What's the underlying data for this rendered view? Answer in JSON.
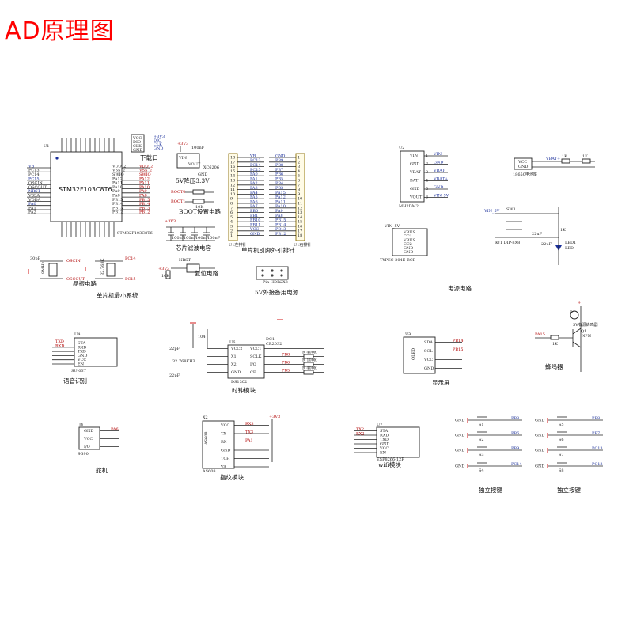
{
  "title": "AD原理图",
  "sections": {
    "mcu": {
      "ref": "U1",
      "chip": "STM32F103C8T6",
      "chip_sub": "STM32F103C8T6",
      "label": "单片机最小系统",
      "pins_left": [
        "VB",
        "PC13",
        "PC14",
        "PC15",
        "OSCIN",
        "OSCOUT",
        "NRST",
        "VSSA",
        "VDDA",
        "PA0",
        "PA1",
        "PA2"
      ],
      "pins_right": [
        "VDD_2",
        "VSS_2",
        "SWIO",
        "PA12",
        "PA11",
        "PA10",
        "PA9",
        "PA8",
        "PB15",
        "PB14",
        "PB13",
        "PB12"
      ]
    },
    "download": {
      "label": "下载口",
      "pins": [
        "VCC",
        "DIO",
        "CLK",
        "GND"
      ],
      "nets": [
        "+3V3",
        "DIO",
        "CLK",
        "GND"
      ]
    },
    "regulator": {
      "chip": "XC6206",
      "label": "5V降压3.3V",
      "vin": "VIN",
      "vout": "VOUT",
      "gnd": "GND",
      "net": "+3V3",
      "cap": "100nF"
    },
    "boot": {
      "label": "BOOT设置电路",
      "boot0": "BOOT0",
      "boot1": "BOOT1",
      "r": "10K"
    },
    "filter": {
      "label": "芯片滤波电容",
      "net": "+3V3",
      "caps": [
        "100nF",
        "100nF",
        "100nF",
        "100nF"
      ]
    },
    "crystal": {
      "label": "晶振电路",
      "x1": "8MHz",
      "x2": "32.768K",
      "osc_in": "OSCIN",
      "osc_out": "OSCOUT",
      "pc14": "PC14",
      "pc15": "PC15",
      "c": "30pF"
    },
    "reset": {
      "label": "复位电路",
      "net": "NRST",
      "r": "10K",
      "v": "+3V3"
    },
    "headers": {
      "label": "单片机引脚外引排针",
      "left_caption": "U1左排针",
      "right_caption": "U1右排针",
      "left": [
        "VB",
        "PC13",
        "PC14",
        "PC15",
        "PA0",
        "PA1",
        "PA2",
        "PA3",
        "PA4",
        "PA5",
        "PA6",
        "PA7",
        "PB0",
        "PB1",
        "PB10",
        "PB11",
        "VCC",
        "GND"
      ],
      "right": [
        "GND",
        "PB9",
        "PB8",
        "PB7",
        "PB6",
        "PB5",
        "PB4",
        "PB3",
        "PA15",
        "PA12",
        "PA11",
        "PA10",
        "PA9",
        "PA8",
        "PB15",
        "PB14",
        "PB13",
        "PB12"
      ]
    },
    "power5v": {
      "label": "5V外接备用电源",
      "part": "Pin HDR2X3"
    },
    "power": {
      "label": "电源电路",
      "chip": "MH2DM2",
      "pins": [
        "VIN",
        "GND",
        "VBAT-",
        "BAT",
        "GND",
        "VOUT"
      ],
      "nets": [
        "VIN",
        "GND",
        "VBAT-",
        "VBAT+",
        "GND",
        "VIN_5V"
      ],
      "usb": "TYPEC-304E-BCP",
      "usb_pins": [
        "VBUS",
        "CC1",
        "VBUS",
        "CC2",
        "GND",
        "GND"
      ],
      "vin5": "VIN_5V",
      "battery": "18650电池座",
      "r1": "1K",
      "r2": "1K",
      "vbat": "VBAT+",
      "switch": "SW1",
      "switch_part": "KJT DIP-8X8",
      "cap1": "22uF",
      "cap2": "22uF",
      "led": "LED1",
      "led_name": "LED",
      "r3": "1K"
    },
    "voice": {
      "ref": "U4",
      "label": "语音识别",
      "module": "SU-03T",
      "pins": [
        "STA",
        "RXD",
        "TXD",
        "GND",
        "VCC",
        "EN"
      ],
      "nets": [
        "TXD",
        "RXD"
      ]
    },
    "clock": {
      "ref": "U6",
      "chip": "DS1302",
      "label": "时钟模块",
      "pins_left": [
        "VCC2",
        "X1",
        "X2",
        "GND"
      ],
      "pins_right": [
        "VCC1",
        "SCLK",
        "I/O",
        "CE"
      ],
      "nets": [
        "PB8",
        "PB6",
        "PB5"
      ],
      "resistors": [
        "R 400K",
        "R 100K",
        "R 400K"
      ],
      "cap": "22pF",
      "cap2": "22pF",
      "crystal": "32.768KHZ",
      "battery": "CR2032",
      "bat_ref": "DC1",
      "c": "104"
    },
    "oled": {
      "ref": "U5",
      "label": "显示屏",
      "module": "OLED",
      "pins": [
        "SDA",
        "SCL",
        "VCC",
        "GND"
      ],
      "nets": [
        "PB14",
        "PB15"
      ]
    },
    "buzzer": {
      "ref": "B1",
      "label": "蜂鸣器",
      "part": "5V有源蜂鸣器",
      "q": "Q1",
      "type": "NPN",
      "net": "PA15",
      "r": "1K"
    },
    "servo": {
      "ref": "J4",
      "label": "舵机",
      "module": "SG90",
      "pins": [
        "GND",
        "VCC",
        "I/O"
      ],
      "net": "PA6"
    },
    "finger": {
      "ref": "X2",
      "label": "指纹模块",
      "module": "AS608",
      "pins": [
        "VCC",
        "TX",
        "RX",
        "GND",
        "TCH",
        "VA"
      ],
      "nets": [
        "RX3",
        "TX3",
        "PA1"
      ],
      "v": "+3V3"
    },
    "wifi": {
      "ref": "U7",
      "label": "wifi模块",
      "module": "ESP8266-12F",
      "pins": [
        "STA",
        "RXD",
        "TXD",
        "GND",
        "VCC",
        "EN"
      ],
      "nets": [
        "TX2",
        "RX2"
      ]
    },
    "keys_a": {
      "label": "独立按键",
      "refs": [
        "S1",
        "S2",
        "S3",
        "S4"
      ],
      "nets": [
        "PB8",
        "PB6",
        "PB9",
        "PC14"
      ],
      "gnd": "GND"
    },
    "keys_b": {
      "label": "独立按键",
      "refs": [
        "S5",
        "S6",
        "S7",
        "S8"
      ],
      "nets": [
        "PB8",
        "PB7",
        "PC13",
        "PC13"
      ],
      "gnd": "GND"
    }
  },
  "colors": {
    "title": "#ff0000",
    "wire": "#222222",
    "net_red": "#b00000",
    "net_blue": "#1a2f9a",
    "module_fill": "#fffbe6"
  }
}
